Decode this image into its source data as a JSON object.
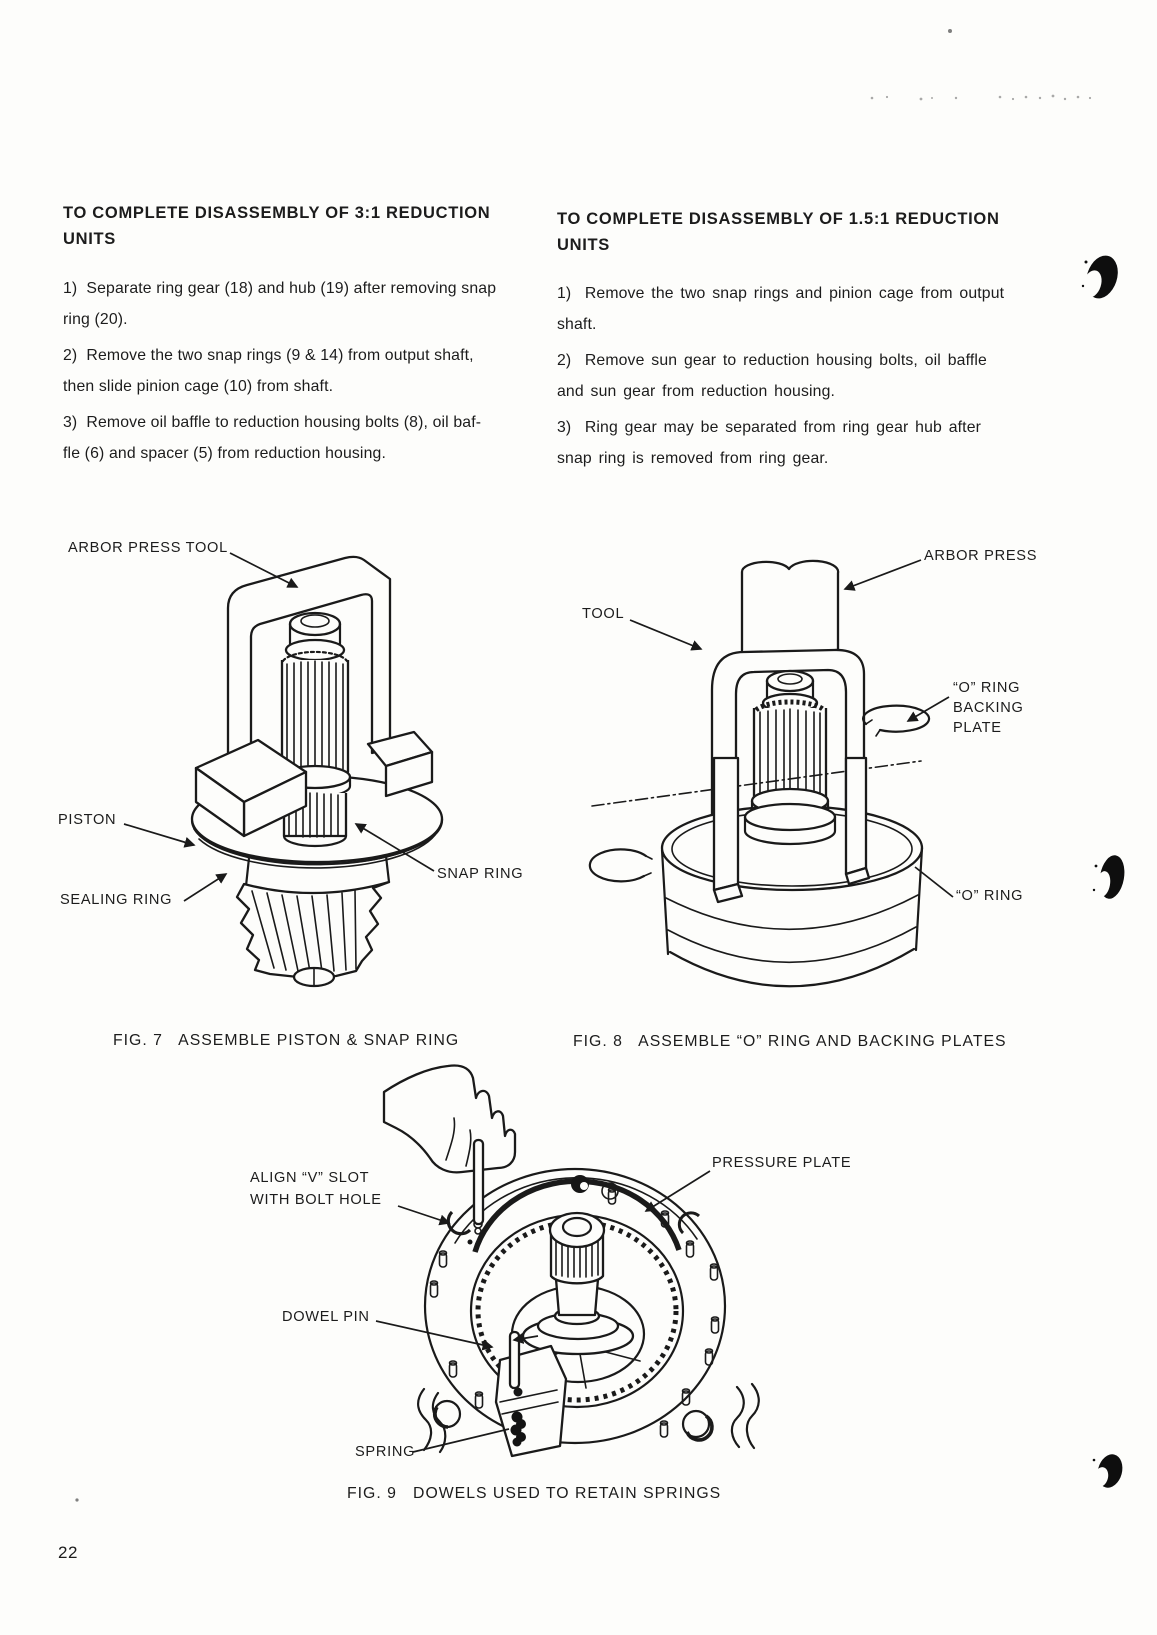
{
  "page": {
    "number": "22"
  },
  "sections": {
    "left": {
      "heading": "TO COMPLETE DISASSEMBLY OF 3:1 REDUCTION\nUNITS",
      "steps": [
        "1)  Separate ring gear (18) and hub (19) after removing snap\nring (20).",
        "2)  Remove the two snap rings (9 & 14) from output shaft,\nthen slide pinion cage (10) from shaft.",
        "3)  Remove oil baffle to reduction housing bolts (8), oil baf-\nfle (6) and spacer (5) from reduction housing."
      ]
    },
    "right": {
      "heading": "TO COMPLETE DISASSEMBLY OF 1.5:1 REDUCTION\nUNITS",
      "steps": [
        "1)  Remove the two snap rings and pinion cage from output\nshaft.",
        "2)  Remove sun gear to reduction housing bolts, oil baffle\nand sun gear from reduction housing.",
        "3)  Ring gear may be separated from ring gear hub after\nsnap ring is removed from ring gear."
      ]
    }
  },
  "figures": {
    "fig7": {
      "caption": "FIG. 7   ASSEMBLE PISTON & SNAP RING",
      "labels": {
        "arbor_press_tool": "ARBOR PRESS TOOL",
        "piston": "PISTON",
        "sealing_ring": "SEALING RING",
        "snap_ring": "SNAP RING"
      }
    },
    "fig8": {
      "caption": "FIG. 8   ASSEMBLE “O” RING AND BACKING PLATES",
      "labels": {
        "arbor_press": "ARBOR PRESS",
        "tool": "TOOL",
        "o_ring_backing_plate": "“O” RING\nBACKING\nPLATE",
        "o_ring": "“O” RING"
      }
    },
    "fig9": {
      "caption": "FIG. 9   DOWELS USED TO RETAIN SPRINGS",
      "labels": {
        "align_v_slot": "ALIGN “V” SLOT\nWITH BOLT HOLE",
        "pressure_plate": "PRESSURE PLATE",
        "dowel_pin": "DOWEL PIN",
        "spring": "SPRING"
      }
    }
  },
  "ink": {
    "text_color": "#1c1c1c",
    "paper_color": "#fdfdfb"
  }
}
